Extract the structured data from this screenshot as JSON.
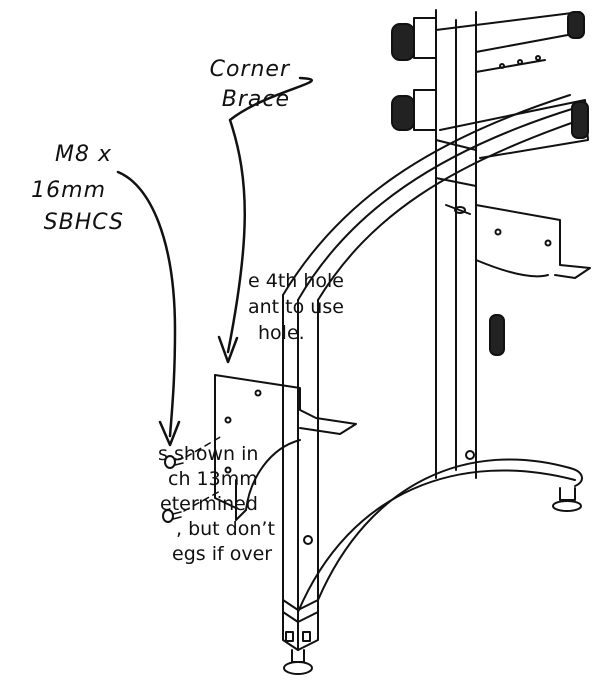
{
  "labels": {
    "corner_brace_line1": "Corner",
    "corner_brace_line2": "Brace",
    "screw_line1": "M8 x",
    "screw_line2": "16mm",
    "screw_line3": "SBHCS"
  },
  "notes": {
    "line1": "e 4th hole",
    "line2": "ant to use",
    "line3": " hole.",
    "line4": "s shown in",
    "line5": "ch 13mm",
    "line6": "etermined",
    "line7": ", but don’t",
    "line8": "egs if over"
  },
  "colors": {
    "ink": "#111111",
    "background": "#ffffff"
  }
}
